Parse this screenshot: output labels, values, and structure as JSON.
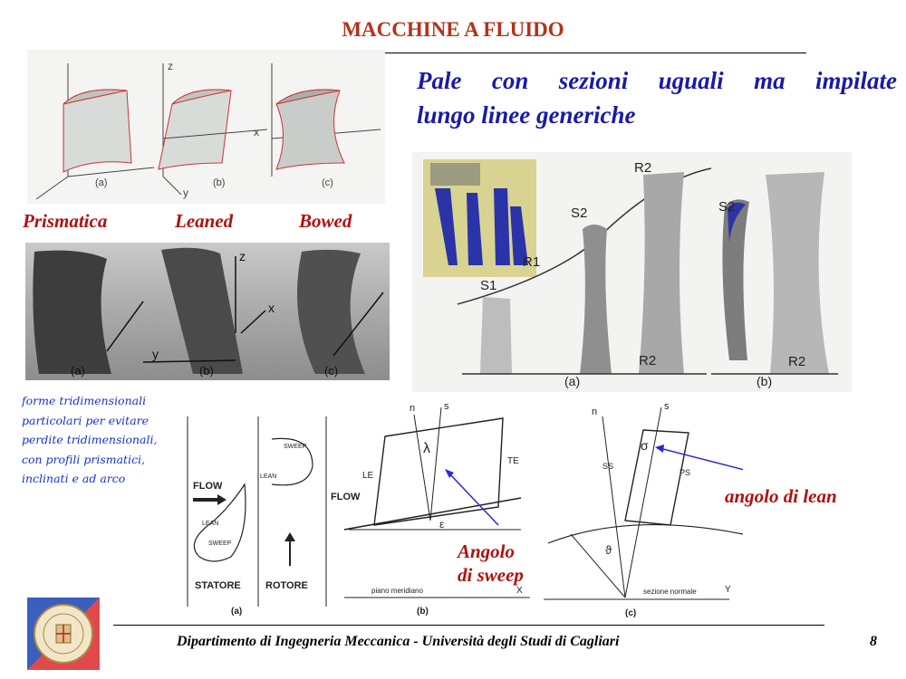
{
  "header": {
    "title": "MACCHINE A FLUIDO"
  },
  "heading": {
    "line1_words": [
      "Pale",
      "con",
      "sezioni",
      "uguali",
      "ma",
      "impilate"
    ],
    "line2": "lungo linee generiche"
  },
  "blade_types": {
    "prismatica": "Prismatica",
    "leaned": "Leaned",
    "bowed": "Bowed"
  },
  "drawing_top": {
    "z": "z",
    "x": "x",
    "y": "y",
    "a": "(a)",
    "b": "(b)",
    "c": "(c)"
  },
  "photo_row": {
    "z": "z",
    "x": "x",
    "y": "y",
    "a": "(a)",
    "b": "(b)",
    "c": "(c)"
  },
  "blades_fig": {
    "R2": "R2",
    "S2": "S2",
    "R1": "R1",
    "S1": "S1",
    "a": "(a)",
    "b": "(b)"
  },
  "handwritten_note": {
    "lines": [
      "forme tridimensionali",
      "particolari per evitare",
      "perdite tridimensionali,",
      "con profili prismatici,",
      "inclinati e ad arco"
    ]
  },
  "fig_a": {
    "flow": "FLOW",
    "sweep": "SWEEP",
    "lean": "LEAN",
    "statore": "STATORE",
    "rotore": "ROTORE",
    "label": "(a)"
  },
  "fig_b": {
    "n": "n",
    "s": "s",
    "lambda": "λ",
    "le": "LE",
    "te": "TE",
    "flow": "FLOW",
    "epsilon": "ε",
    "piano": "piano meridiano",
    "x": "X",
    "label": "(b)"
  },
  "fig_c": {
    "n": "n",
    "s": "s",
    "sigma": "σ",
    "ss": "SS",
    "ps": "PS",
    "theta": "ϑ",
    "sezione": "sezione normale",
    "y": "Y",
    "label": "(c)"
  },
  "annotations": {
    "sweep_line1": "Angolo",
    "sweep_line2": "di sweep",
    "lean": "angolo di lean"
  },
  "footer": {
    "text": "Dipartimento di Ingegneria Meccanica - Università degli Studi di Cagliari",
    "page": "8"
  },
  "colors": {
    "title": "#b5321a",
    "heading": "#1a1aa6",
    "label_red": "#b01010",
    "arrow_blue": "#2a2ad0"
  },
  "icons": {
    "logo": "university-seal-icon"
  }
}
